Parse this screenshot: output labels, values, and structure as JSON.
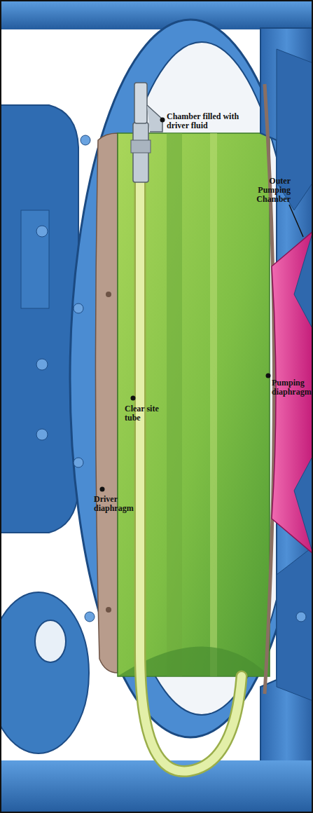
{
  "diagram": {
    "labels": [
      "Chamber filled with driver fluid",
      "Outer Pumping Chamber",
      "Pumping diaphragm",
      "Clear site tube",
      "Driver diaphragm"
    ]
  }
}
